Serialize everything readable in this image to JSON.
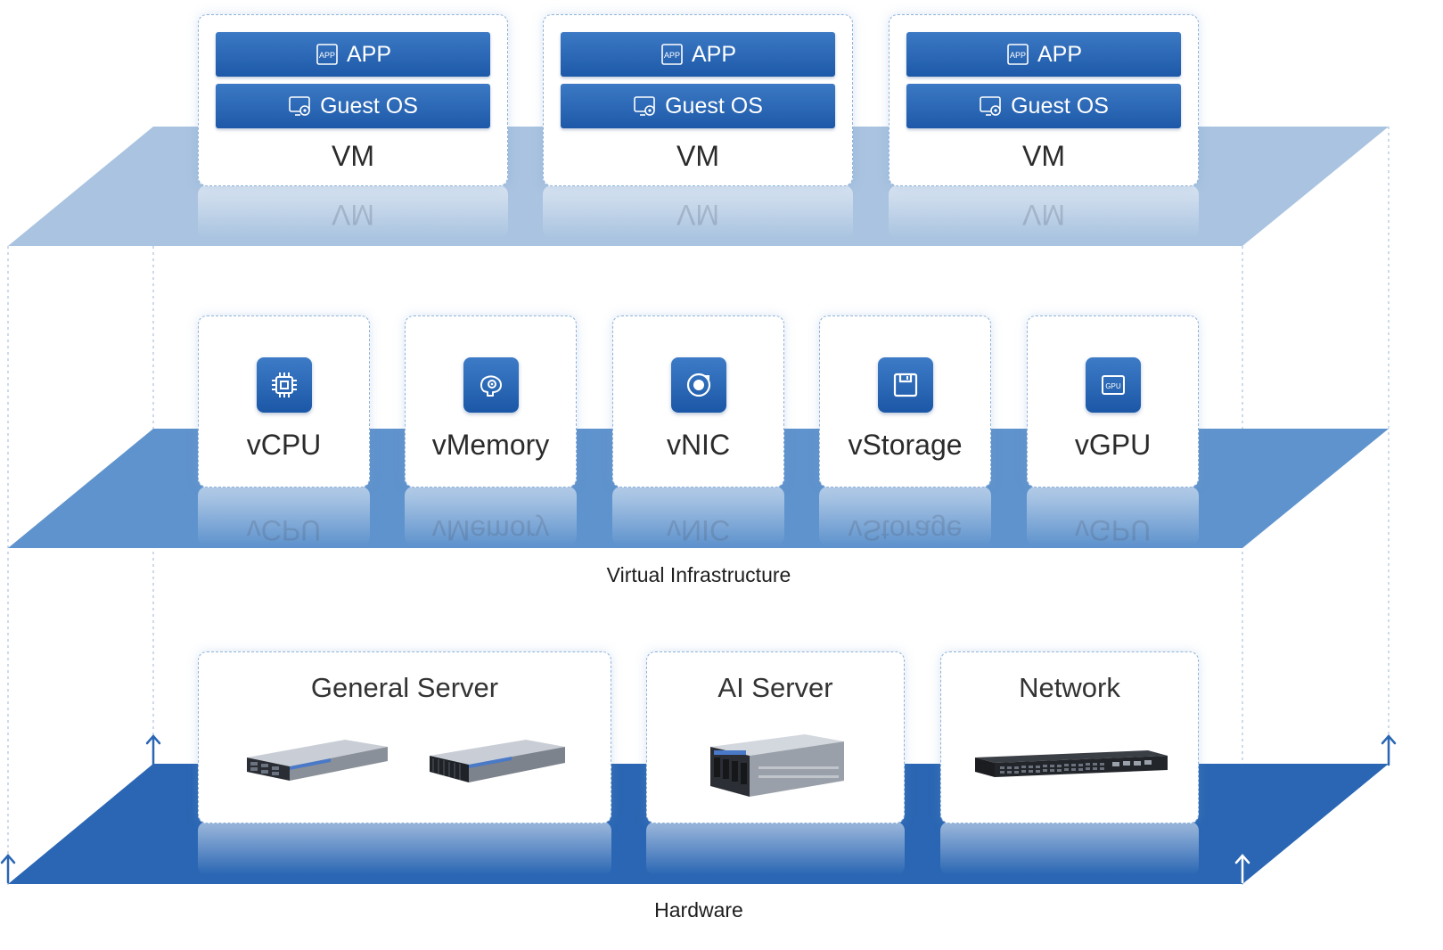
{
  "layers": {
    "vm_layer": {
      "vms": [
        {
          "app_label": "APP",
          "os_label": "Guest OS",
          "vm_label": "VM",
          "reflection": "VM"
        },
        {
          "app_label": "APP",
          "os_label": "Guest OS",
          "vm_label": "VM",
          "reflection": "VM"
        },
        {
          "app_label": "APP",
          "os_label": "Guest OS",
          "vm_label": "VM",
          "reflection": "VM"
        }
      ],
      "app_icon_text": "APP",
      "plane_color": "#a9c3e0"
    },
    "virtual_layer": {
      "label": "Virtual Infrastructure",
      "resources": [
        {
          "label": "vCPU",
          "icon": "cpu-icon",
          "reflection": "vCPU"
        },
        {
          "label": "vMemory",
          "icon": "memory-icon",
          "reflection": "vMemory"
        },
        {
          "label": "vNIC",
          "icon": "nic-icon",
          "reflection": "vNIC"
        },
        {
          "label": "vStorage",
          "icon": "storage-icon",
          "reflection": "vStorage"
        },
        {
          "label": "vGPU",
          "icon": "gpu-icon",
          "icon_text": "GPU",
          "reflection": "vGPU"
        }
      ],
      "plane_color": "#5f93cd"
    },
    "hardware_layer": {
      "label": "Hardware",
      "groups": [
        {
          "label": "General Server",
          "devices": [
            "rack-server-icon",
            "rack-server-icon"
          ]
        },
        {
          "label": "AI Server",
          "devices": [
            "gpu-server-icon"
          ]
        },
        {
          "label": "Network",
          "devices": [
            "network-switch-icon"
          ]
        }
      ],
      "plane_color": "#2a66b3"
    }
  },
  "colors": {
    "accent": "#1d59a8",
    "card_border": "#8fb2d8",
    "arrow": "#2a66b3"
  }
}
